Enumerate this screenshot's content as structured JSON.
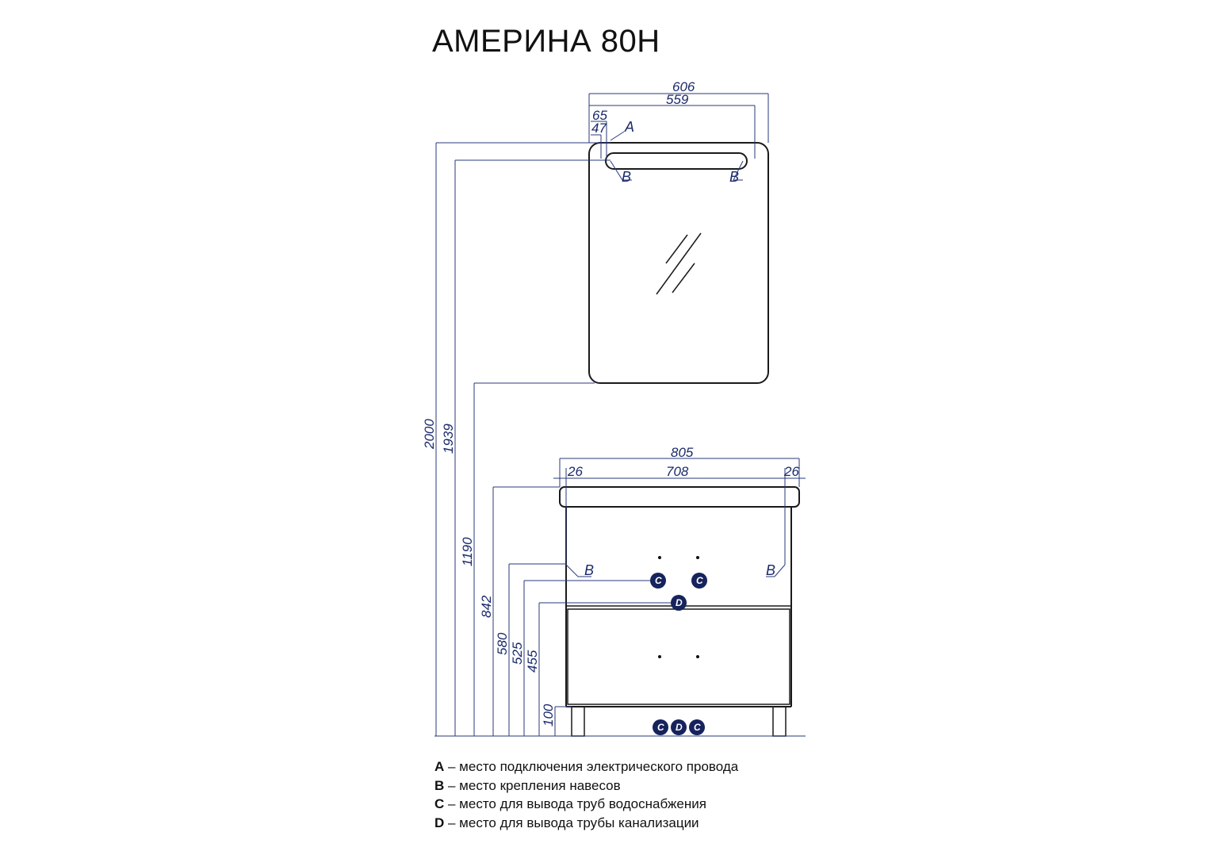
{
  "title": "АМЕРИНА 80Н",
  "mirror": {
    "width_total": "606",
    "width_inner": "559",
    "offset_a": "65",
    "offset_b": "47",
    "marker_a": "A",
    "marker_b": "B"
  },
  "cabinet": {
    "width_total": "805",
    "width_inner": "708",
    "side_left": "26",
    "side_right": "26",
    "marker_b": "B"
  },
  "heights": [
    "2000",
    "1939",
    "1190",
    "842",
    "580",
    "525",
    "455",
    "100"
  ],
  "badges": {
    "c": "C",
    "d": "D"
  },
  "legend": [
    {
      "key": "A",
      "text": " – место подключения электрического провода"
    },
    {
      "key": "B",
      "text": " – место крепления навесов"
    },
    {
      "key": "C",
      "text": " – место для вывода труб водоснабжения"
    },
    {
      "key": "D",
      "text": " – место для вывода трубы канализации"
    }
  ]
}
